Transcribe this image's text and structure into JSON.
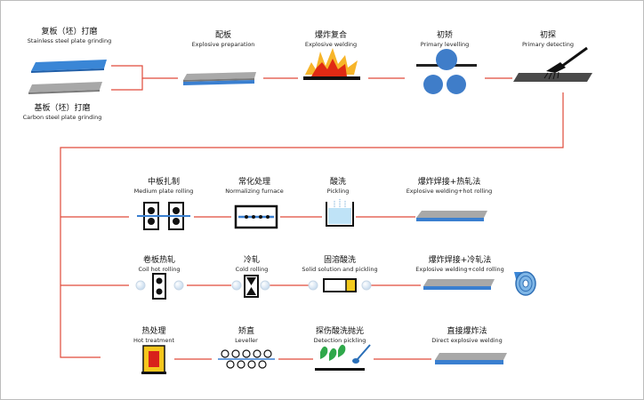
{
  "steps": {
    "stainless": {
      "cn": "复板（坯）打磨",
      "en": "Stainless steel plate grinding"
    },
    "carbon": {
      "cn": "基板（坯）打磨",
      "en": "Carbon steel plate grinding"
    },
    "prep": {
      "cn": "配板",
      "en": "Explosive preparation"
    },
    "weld": {
      "cn": "爆炸复合",
      "en": "Explosive welding"
    },
    "level": {
      "cn": "初矫",
      "en": "Primary levelling"
    },
    "detect": {
      "cn": "初探",
      "en": "Primary detecting"
    },
    "medium": {
      "cn": "中板扎制",
      "en": "Medium plate rolling"
    },
    "normal": {
      "cn": "常化处理",
      "en": "Normalizing furnace"
    },
    "pickle": {
      "cn": "酸洗",
      "en": "Pickling"
    },
    "hotroll": {
      "cn": "爆炸焊接+热轧法",
      "en": "Explosive welding+hot rolling"
    },
    "coil": {
      "cn": "卷板热轧",
      "en": "Coil hot rolling"
    },
    "cold": {
      "cn": "冷轧",
      "en": "Cold rolling"
    },
    "solid": {
      "cn": "固溶酸洗",
      "en": "Solid solution and pickling"
    },
    "coldroll": {
      "cn": "爆炸焊接+冷轧法",
      "en": "Explosive welding+cold rolling"
    },
    "heat": {
      "cn": "热处理",
      "en": "Hot treatment"
    },
    "leveller": {
      "cn": "矫直",
      "en": "Leveller"
    },
    "detpick": {
      "cn": "探伤酸洗抛光",
      "en": "Detection pickling"
    },
    "direct": {
      "cn": "直接爆炸法",
      "en": "Direct explosive welding"
    }
  },
  "colors": {
    "connector": "#e04a3a",
    "blue": "#3a7fd0",
    "gray": "#8c8c8c",
    "dark": "#2b2b2b"
  }
}
